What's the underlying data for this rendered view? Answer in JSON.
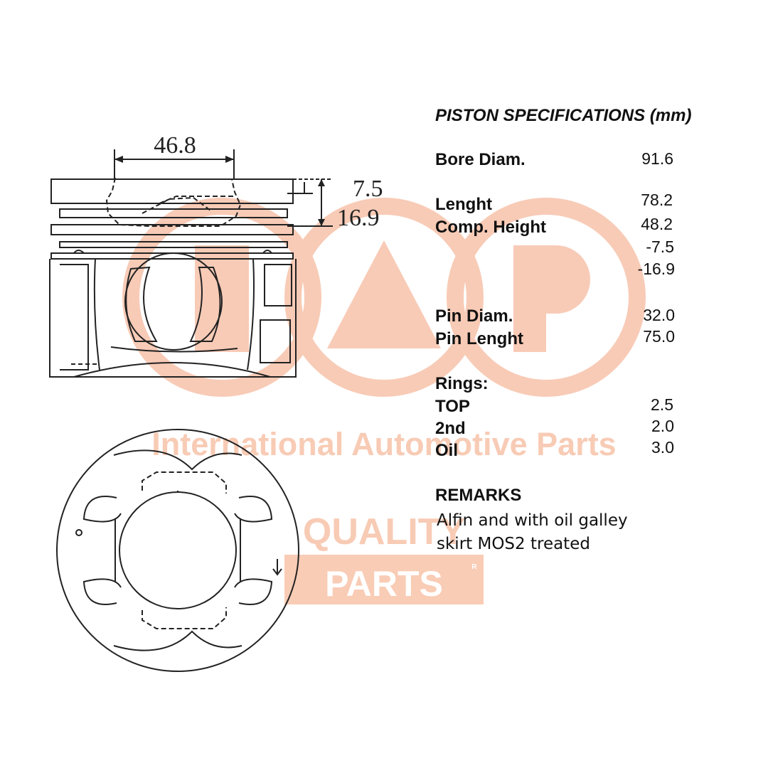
{
  "title": "PISTON SPECIFICATIONS (mm)",
  "specs": {
    "bore_label": "Bore Diam.",
    "bore_value": "91.6",
    "length_label": "Lenght",
    "length_value": "78.2",
    "comp_label": "Comp. Height",
    "comp_value": "48.2",
    "offset1_value": "-7.5",
    "offset2_value": "-16.9",
    "pin_diam_label": "Pin Diam.",
    "pin_diam_value": "32.0",
    "pin_length_label": "Pin Lenght",
    "pin_length_value": "75.0",
    "rings_label": "Rings:",
    "top_label": "TOP",
    "top_value": "2.5",
    "second_label": "2nd",
    "second_value": "2.0",
    "oil_label": "Oil",
    "oil_value": "3.0"
  },
  "remarks": {
    "heading": "REMARKS",
    "line1": "Alfin and with oil galley",
    "line2": "skirt MOS2 treated"
  },
  "drawing": {
    "dim_width": "46.8",
    "dim_depth1": "7.5",
    "dim_depth2": "16.9"
  },
  "watermark": {
    "tagline": "International Automotive Parts",
    "quality": "QUALITY",
    "parts": "PARTS",
    "registered": "R",
    "color": "#f6b79a"
  }
}
